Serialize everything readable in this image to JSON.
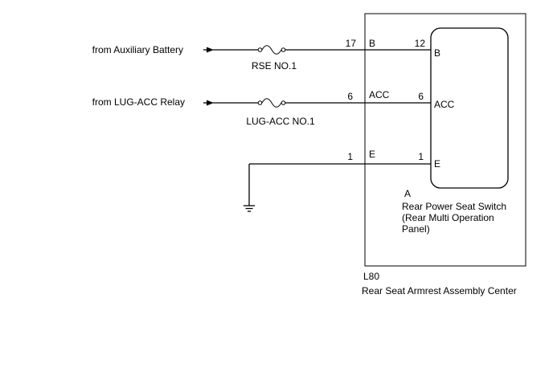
{
  "inputs": [
    {
      "source": "from Auxiliary Battery",
      "fuse": "RSE NO.1",
      "outer_pin": "17",
      "outer_terminal": "B",
      "inner_pin": "12",
      "inner_terminal": "B"
    },
    {
      "source": "from LUG-ACC Relay",
      "fuse": "LUG-ACC NO.1",
      "outer_pin": "6",
      "outer_terminal": "ACC",
      "inner_pin": "6",
      "inner_terminal": "ACC"
    }
  ],
  "ground": {
    "outer_pin": "1",
    "outer_terminal": "E",
    "inner_pin": "1",
    "inner_terminal": "E"
  },
  "switch": {
    "connector": "A",
    "name_line1": "Rear Power Seat Switch",
    "name_line2": "(Rear Multi Operation",
    "name_line3": "Panel)"
  },
  "assembly": {
    "code": "L80",
    "name": "Rear Seat Armrest Assembly Center"
  }
}
